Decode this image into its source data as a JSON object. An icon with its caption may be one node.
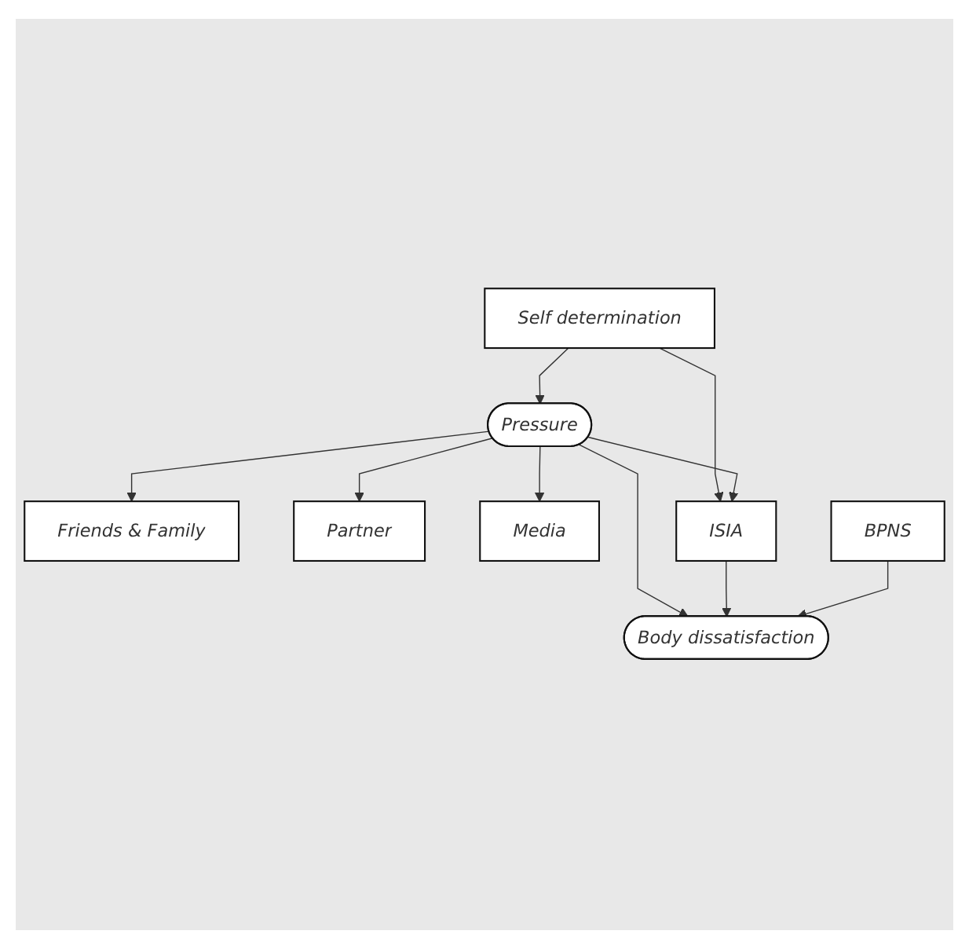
{
  "diagram": {
    "nodes": [
      {
        "text": [
          "Friends & Family"
        ]
      },
      {
        "text": [
          "Partner"
        ]
      },
      {
        "text": [
          "Media"
        ]
      },
      {
        "text": [
          "Pressure"
        ]
      },
      {
        "text": [
          "Self determination"
        ]
      },
      {
        "text": [
          "ISIA"
        ]
      },
      {
        "text": [
          "BPNS"
        ]
      },
      {
        "text": [
          "Body dissatisfaction"
        ]
      }
    ],
    "edges": [
      {
        "from": 3,
        "to": 0,
        "arrow": "to"
      },
      {
        "from": 3,
        "to": 1,
        "arrow": "to"
      },
      {
        "from": 3,
        "to": 2,
        "arrow": "to"
      },
      {
        "from": 4,
        "to": 3,
        "arrow": "to"
      },
      {
        "from": 4,
        "to": 5,
        "arrow": "to"
      },
      {
        "from": 3,
        "to": 5,
        "arrow": "to"
      },
      {
        "from": 3,
        "to": 7,
        "arrow": "to"
      },
      {
        "from": 5,
        "to": 7,
        "arrow": "to"
      },
      {
        "from": 6,
        "to": 7,
        "arrow": "to"
      }
    ]
  }
}
